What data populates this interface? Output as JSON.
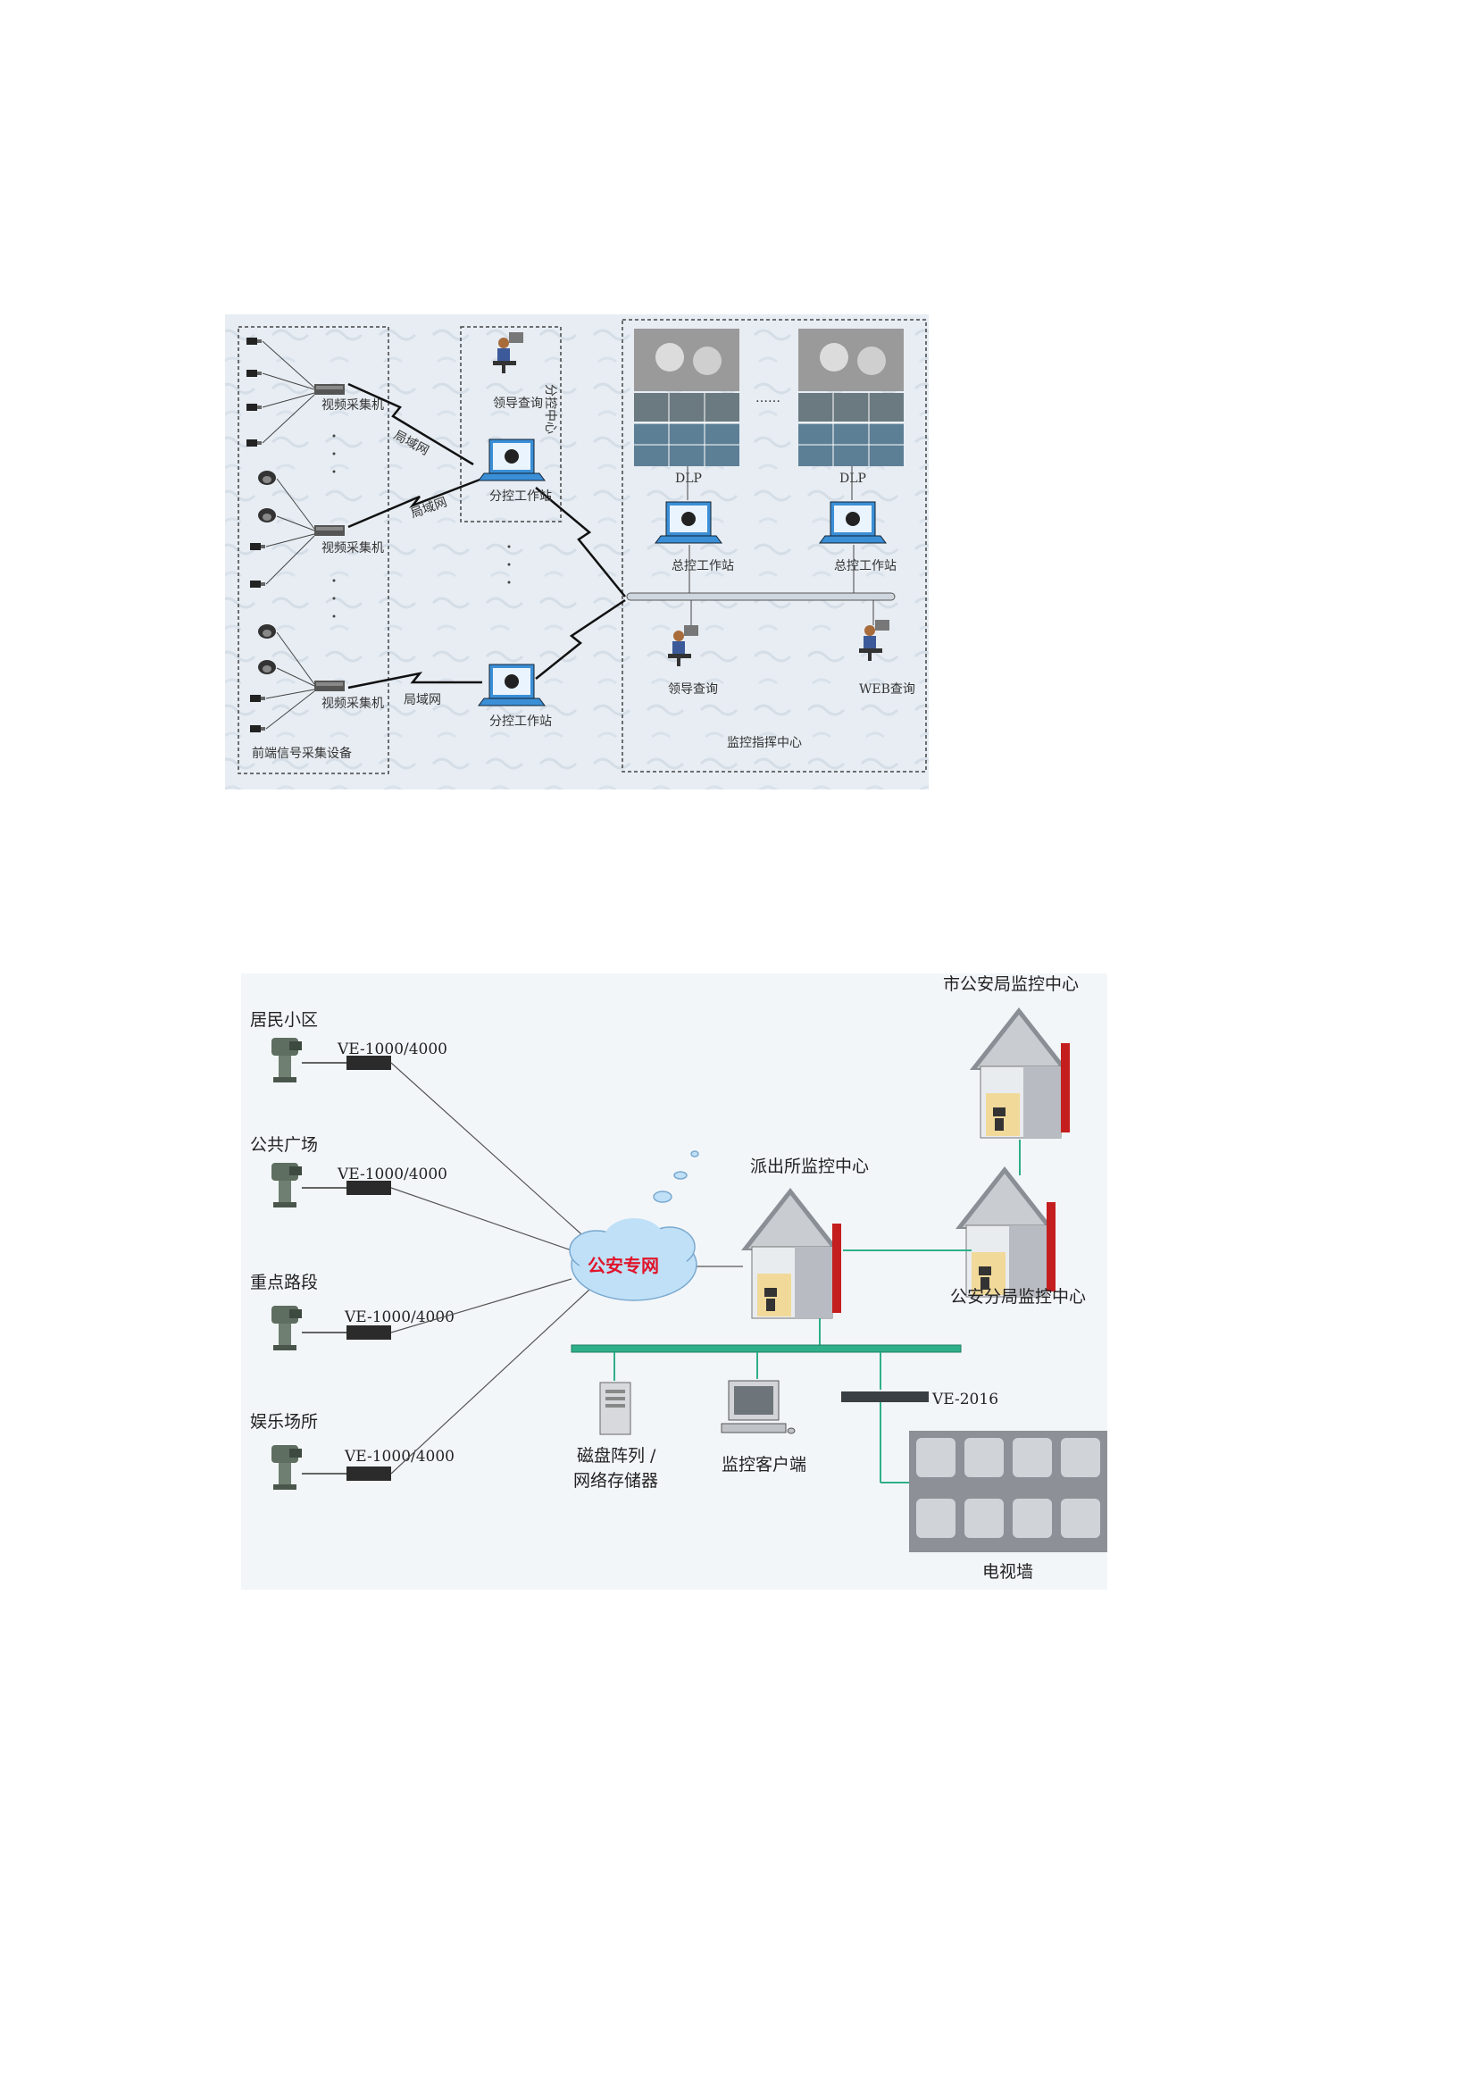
{
  "diagram1": {
    "labels": {
      "frontend_group": "前端信号采集设备",
      "branch_center": "分控中心",
      "command_center": "监控指挥中心",
      "encoder": "视频采集机",
      "lan": "局域网",
      "branch_workstation": "分控工作站",
      "leader_query": "领导查询",
      "dlp": "DLP",
      "main_workstation": "总控工作站",
      "web_query": "WEB查询",
      "dots": "……"
    }
  },
  "diagram2": {
    "sites": [
      {
        "name": "居民小区",
        "device": "VE-1000/4000"
      },
      {
        "name": "公共广场",
        "device": "VE-1000/4000"
      },
      {
        "name": "重点路段",
        "device": "VE-1000/4000"
      },
      {
        "name": "娱乐场所",
        "device": "VE-1000/4000"
      }
    ],
    "cloud": "公安专网",
    "police_station": "派出所监控中心",
    "city_bureau": "市公安局监控中心",
    "branch_bureau": "公安分局监控中心",
    "storage_line1": "磁盘阵列 /",
    "storage_line2": "网络存储器",
    "client": "监控客户端",
    "decoder": "VE-2016",
    "tv_wall": "电视墙",
    "colors": {
      "cloud_text": "#e0142a",
      "link": "#2fae8a",
      "cloud_fill": "#bfe0f7"
    }
  }
}
